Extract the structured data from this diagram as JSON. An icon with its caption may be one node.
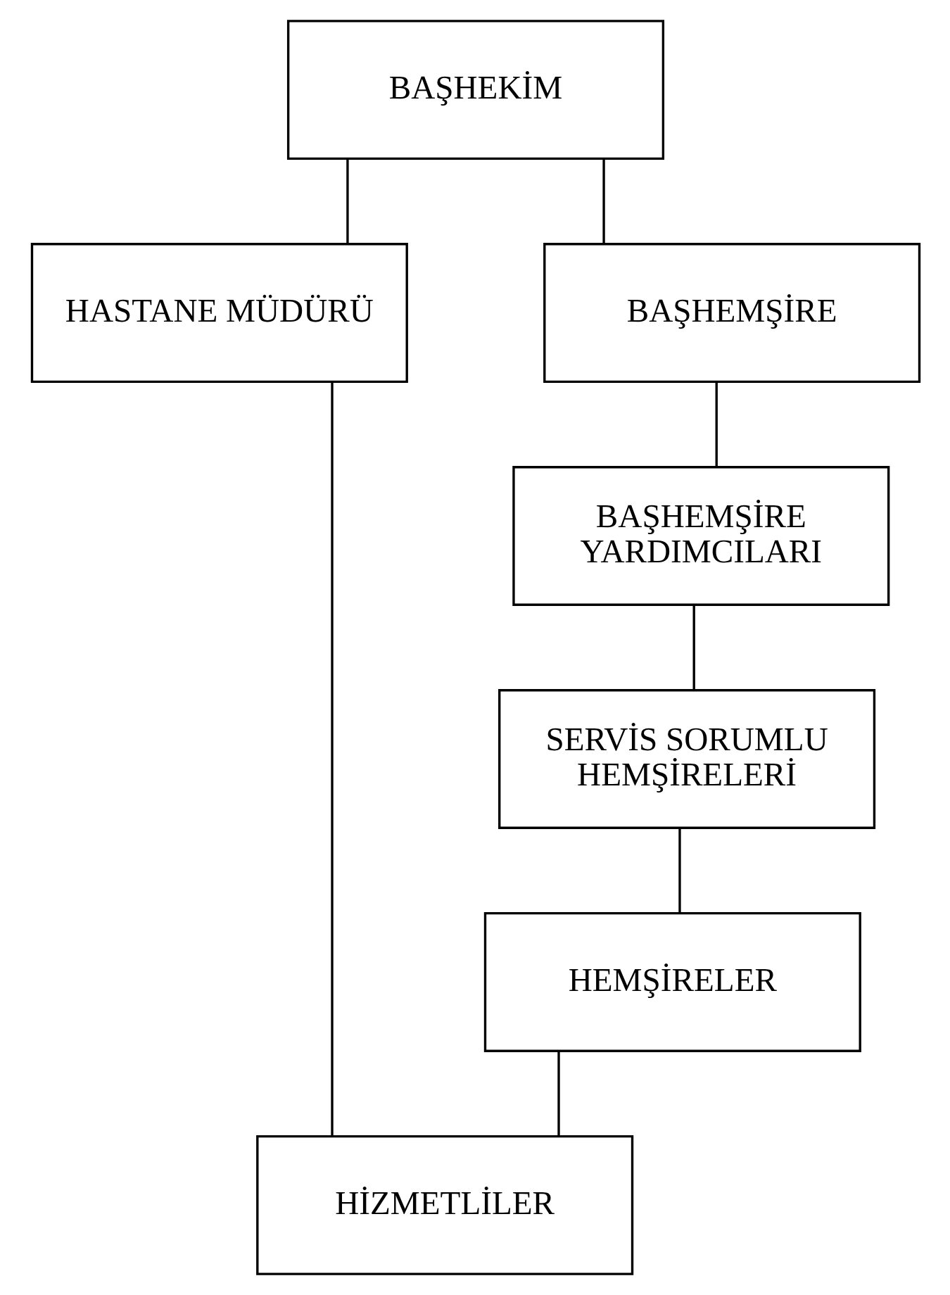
{
  "diagram": {
    "nodes": [
      {
        "text": [
          "BAŞHEKİM"
        ]
      },
      {
        "text": [
          "HASTANE MÜDÜRÜ"
        ]
      },
      {
        "text": [
          "BAŞHEMŞİRE"
        ]
      },
      {
        "text": [
          "BAŞHEMŞİRE YARDIMCILARI"
        ]
      },
      {
        "text": [
          "SERVİS SORUMLU HEMŞİRELERİ"
        ]
      },
      {
        "text": [
          "HEMŞİRELER"
        ]
      },
      {
        "text": [
          "HİZMETLİLER"
        ]
      }
    ],
    "edges": [
      {
        "from": 0,
        "to": 1,
        "arrow": "none"
      },
      {
        "from": 0,
        "to": 2,
        "arrow": "none"
      },
      {
        "from": 2,
        "to": 3,
        "arrow": "none"
      },
      {
        "from": 3,
        "to": 4,
        "arrow": "none"
      },
      {
        "from": 4,
        "to": 5,
        "arrow": "none"
      },
      {
        "from": 5,
        "to": 6,
        "arrow": "none"
      },
      {
        "from": 1,
        "to": 6,
        "arrow": "none"
      }
    ]
  }
}
